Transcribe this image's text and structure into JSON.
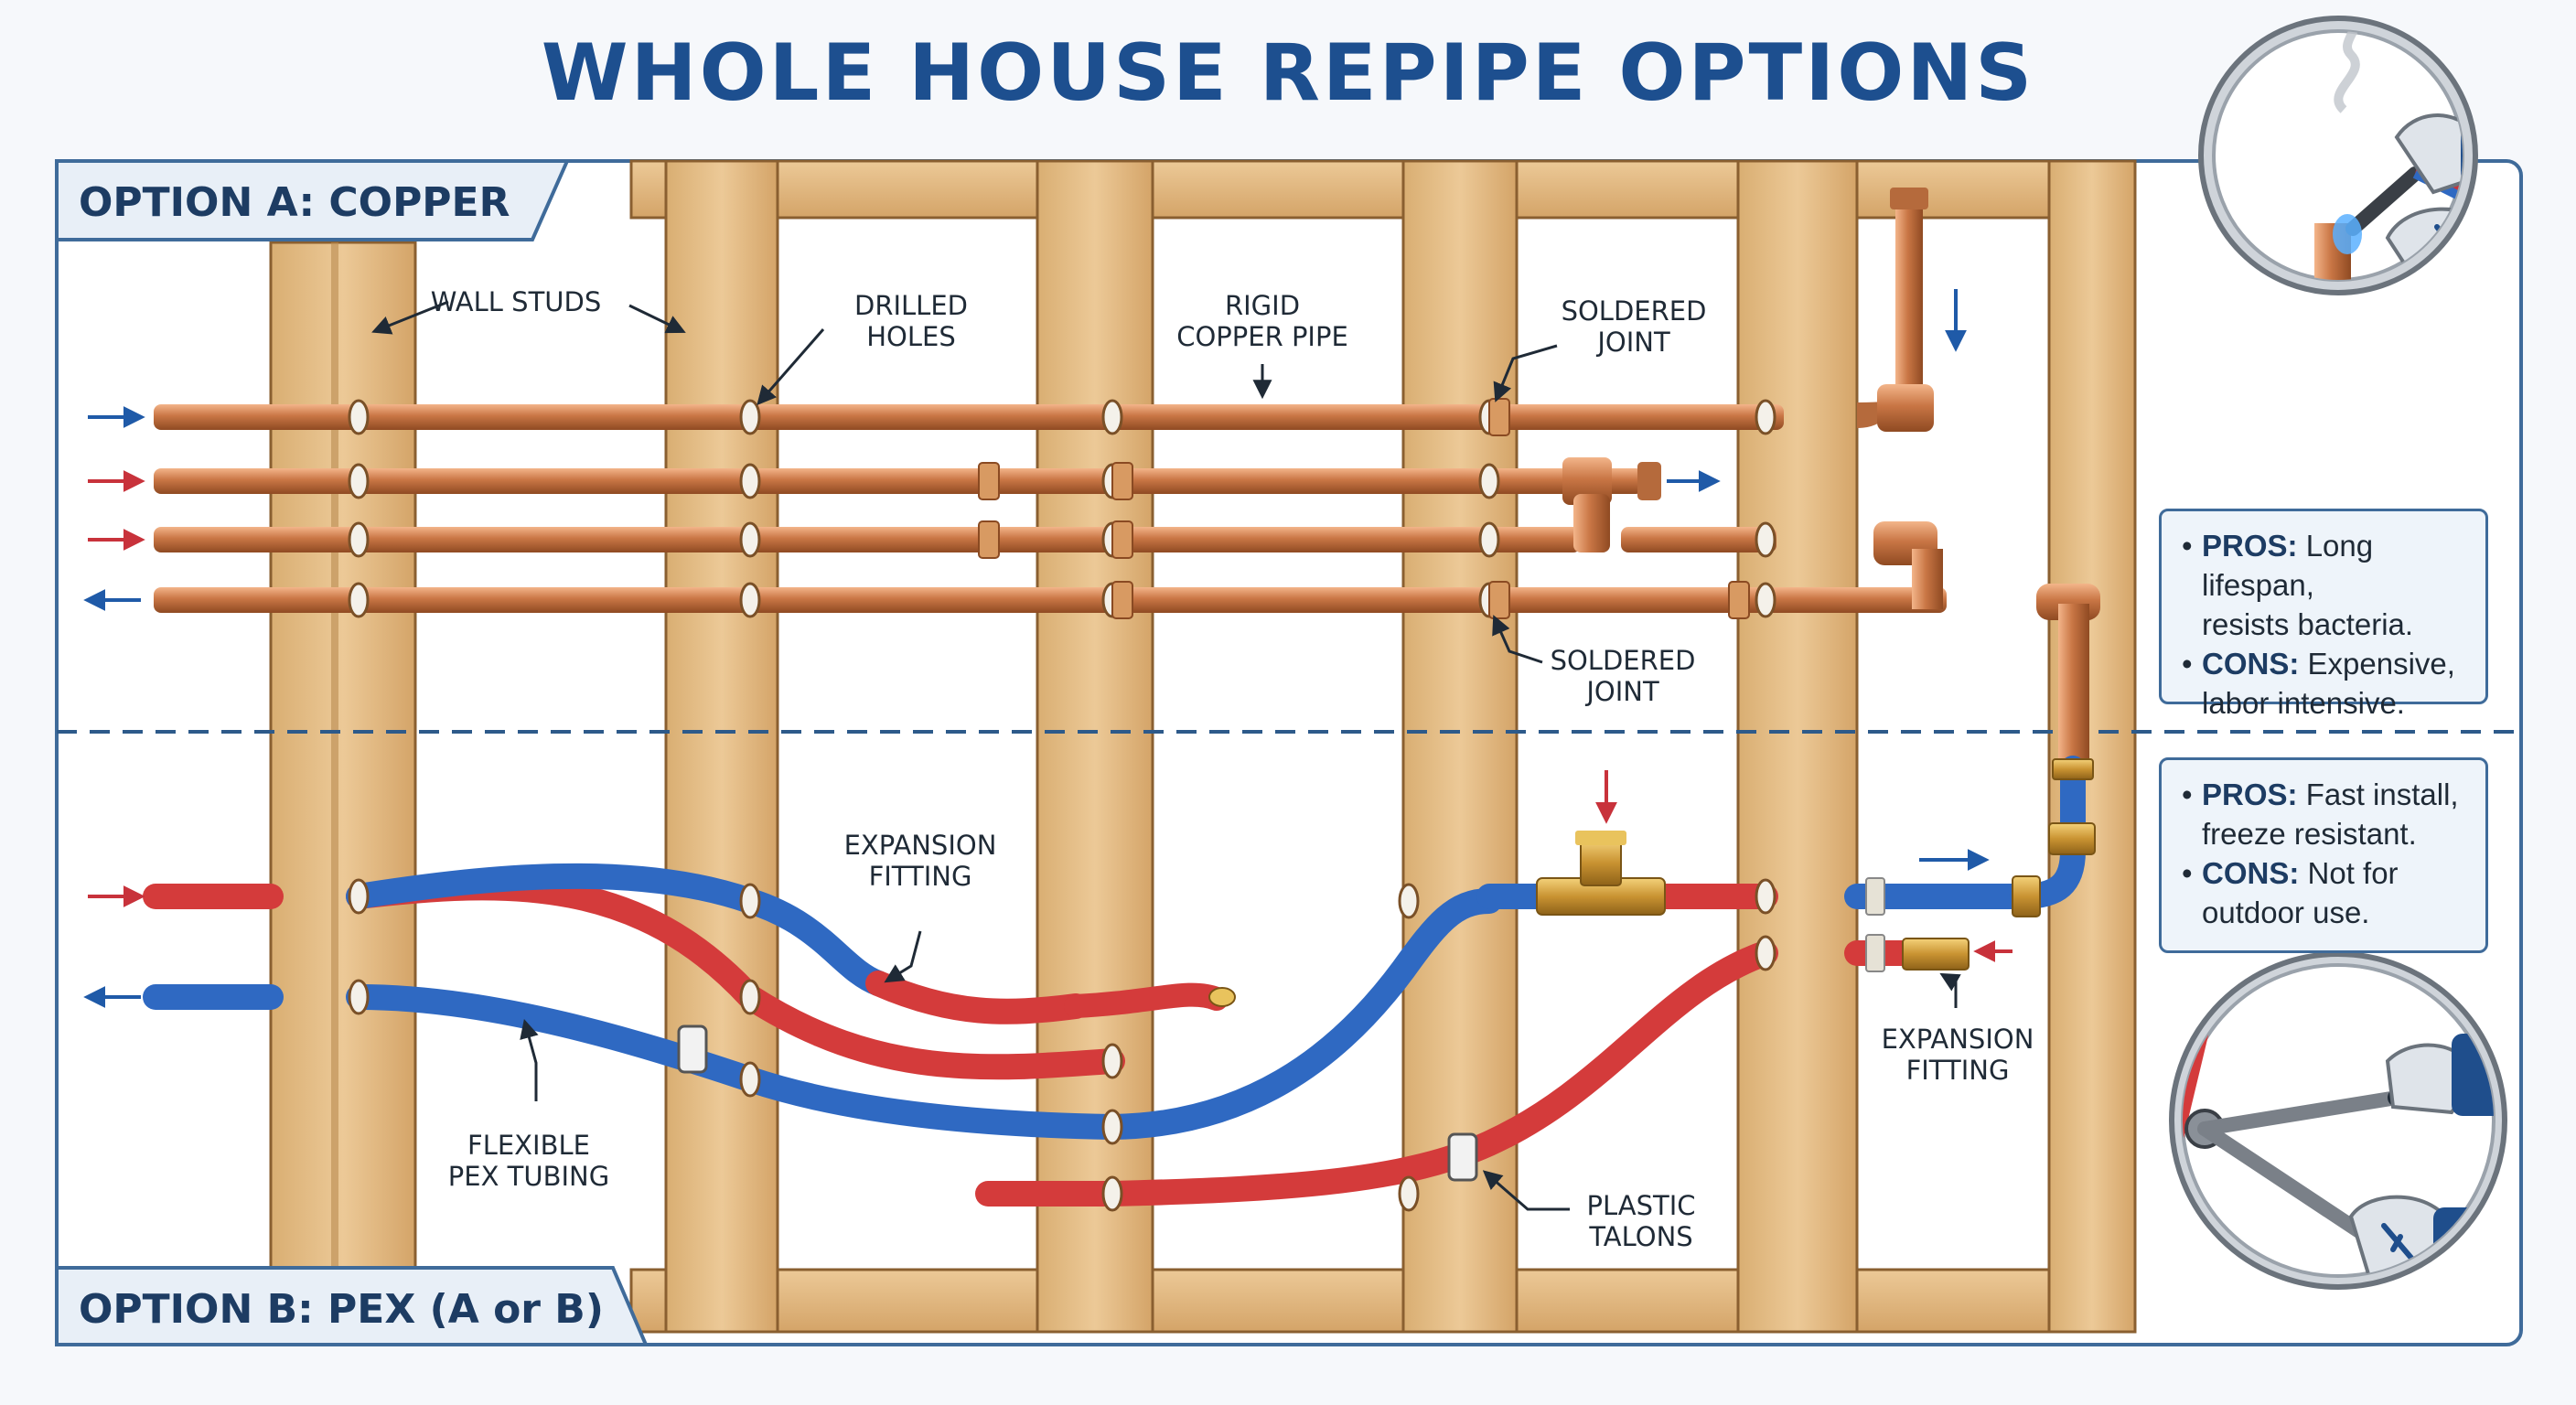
{
  "title": "WHOLE HOUSE REPIPE OPTIONS",
  "sections": {
    "copper_tag": "OPTION A: COPPER",
    "pex_tag": "OPTION B: PEX (A or B)"
  },
  "copper_labels": {
    "wall_studs": "WALL STUDS",
    "drilled_holes": [
      "DRILLED",
      "HOLES"
    ],
    "rigid_copper_pipe": [
      "RIGID",
      "COPPER PIPE"
    ],
    "soldered_joint_top": [
      "SOLDERED",
      "JOINT"
    ],
    "soldered_joint_bottom": [
      "SOLDERED",
      "JOINT"
    ]
  },
  "pex_labels": {
    "expansion_fitting_center": [
      "EXPANSION",
      "FITTING"
    ],
    "flexible_pex_tubing": [
      "FLEXIBLE",
      "PEX TUBING"
    ],
    "plastic_talons": [
      "PLASTIC",
      "TALONS"
    ],
    "expansion_fitting_right": [
      "EXPANSION",
      "FITTING"
    ]
  },
  "copper_info": {
    "pros_key": "PROS:",
    "pros_line1": "Long lifespan,",
    "pros_line2": "resists bacteria.",
    "cons_key": "CONS:",
    "cons_line1": "Expensive,",
    "cons_line2": "labor intensive."
  },
  "pex_info": {
    "pros_key": "PROS:",
    "pros_line1": "Fast install,",
    "pros_line2": "freeze resistant.",
    "cons_key": "CONS:",
    "cons_line1": "Not for",
    "cons_line2": "outdoor use."
  },
  "icons": [
    "torch-icon",
    "soldering-hand-icon",
    "crimp-tool-icon",
    "wrench-badge-icon"
  ],
  "colors": {
    "brand_blue": "#1d4f8f",
    "copper": "#c8794a",
    "pex_red": "#d43b3b",
    "pex_blue": "#2f69c2",
    "wood": "#e3be86",
    "brass": "#cf9a3a"
  }
}
